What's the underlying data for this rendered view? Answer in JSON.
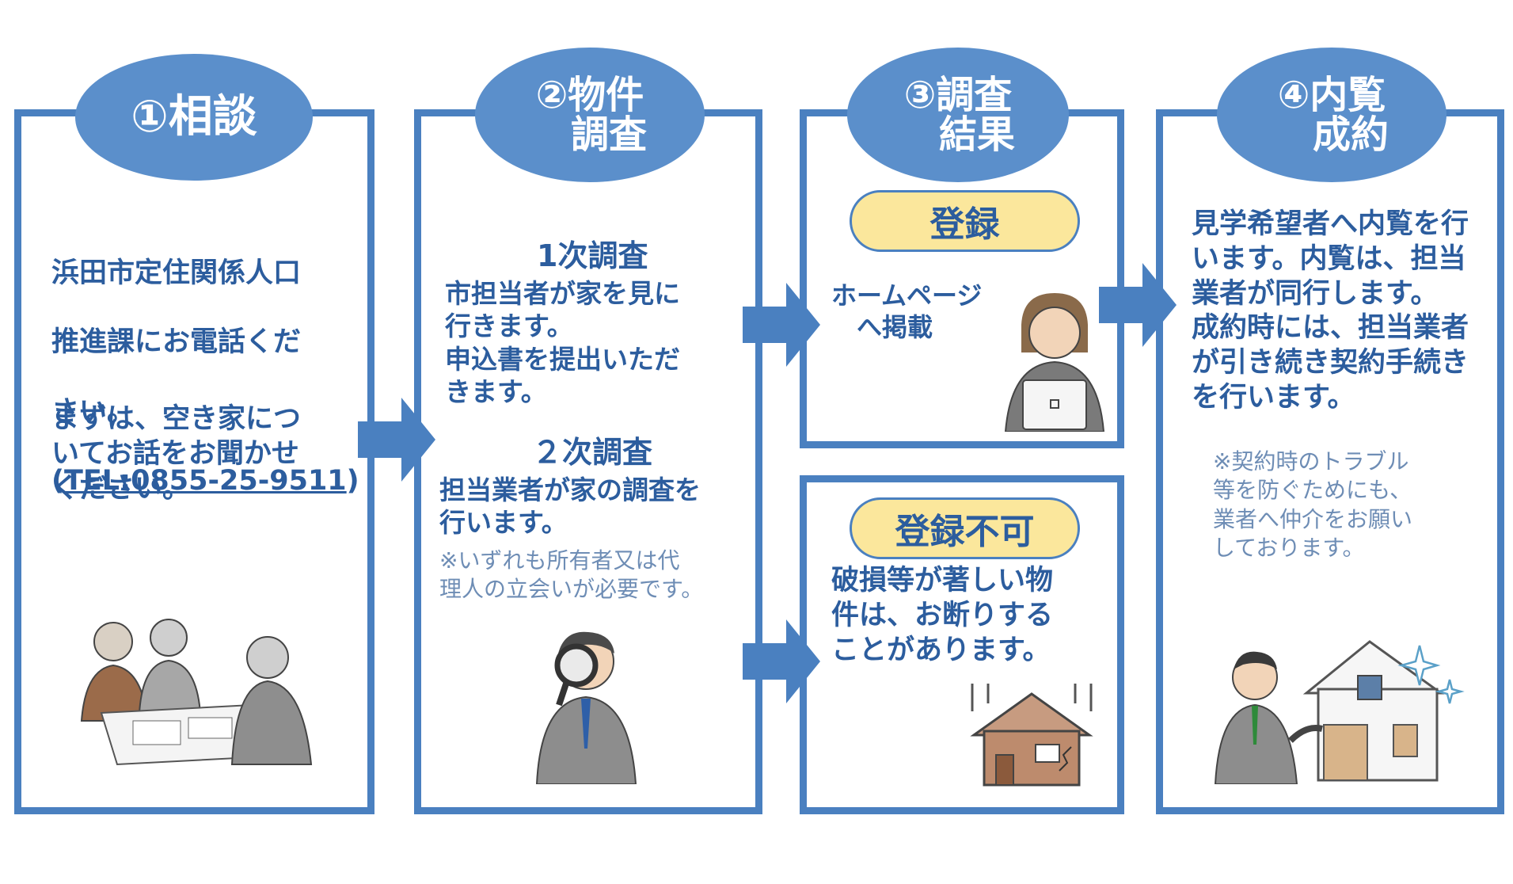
{
  "steps": [
    {
      "badge": "①相談",
      "body_lines": [
        "浜田市定住関係人口",
        "推進課にお電話くだ",
        "さい。"
      ],
      "tel_open": "(",
      "tel": "TEL:0855-25-9511",
      "tel_close": ")",
      "body2": "まずは、空き家につ\nいてお話をお聞かせ\nください。"
    },
    {
      "badge": "②物件\n　調査",
      "first_title": "1次調査",
      "first_body": "市担当者が家を見に\n行きます。\n申込書を提出いただ\nきます。",
      "second_title": "２次調査",
      "second_body": "担当業者が家の調査を\n行います。",
      "note": "※いずれも所有者又は代\n理人の立会いが必要です。"
    },
    {
      "badge": "③調査\n　結果",
      "ok_label": "登録",
      "ok_body": "ホームページ\n　へ掲載",
      "ng_label": "登録不可",
      "ng_body": "破損等が著しい物\n件は、お断りする\nことがあります。"
    },
    {
      "badge": "④内覧\n　成約",
      "body": "見学希望者へ内覧を行\nいます。内覧は、担当\n業者が同行します。\n成約時には、担当業者\nが引き続き契約手続き\nを行います。",
      "note": "※契約時のトラブル\n等を防ぐためにも、\n業者へ仲介をお願い\nしております。"
    }
  ],
  "colors": {
    "border": "#4a80c0",
    "badge": "#5b8fcb",
    "text": "#2c5d9e",
    "pill": "#fbe79c"
  }
}
